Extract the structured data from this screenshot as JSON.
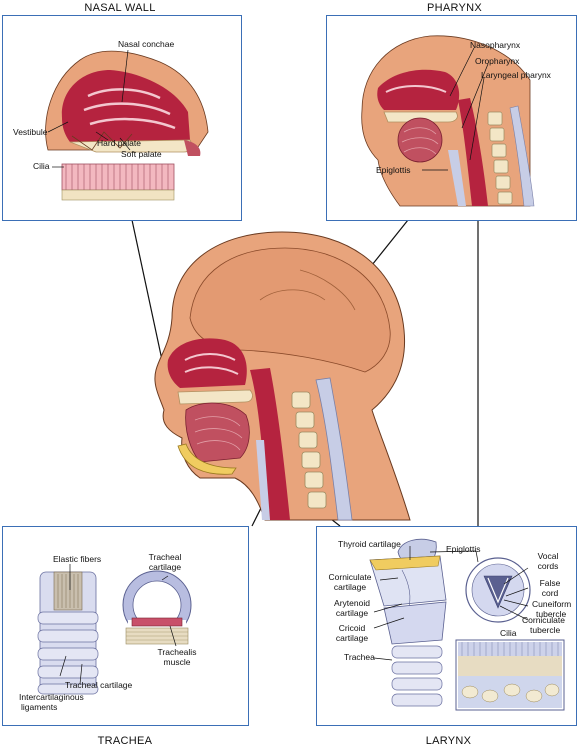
{
  "panels": {
    "nasal_wall": {
      "title": "NASAL WALL",
      "labels": {
        "nasal_conchae": "Nasal conchae",
        "vestibule": "Vestibule",
        "hard_palate": "Hard palate",
        "soft_palate": "Soft palate",
        "cilia": "Cilia"
      }
    },
    "pharynx": {
      "title": "PHARYNX",
      "labels": {
        "nasopharynx": "Nasopharynx",
        "oropharynx": "Oropharynx",
        "laryngeal_pharynx": "Laryngeal pharynx",
        "epiglottis": "Epiglottis"
      }
    },
    "trachea": {
      "title": "TRACHEA",
      "labels": {
        "elastic_fibers": "Elastic fibers",
        "tracheal_cartilage_top_1": "Tracheal",
        "tracheal_cartilage_top_2": "cartilage",
        "tracheal_cartilage": "Tracheal cartilage",
        "intercartilaginous_1": "Intercartilaginous",
        "intercartilaginous_2": "ligaments",
        "trachealis_1": "Trachealis",
        "trachealis_2": "muscle"
      }
    },
    "larynx": {
      "title": "LARYNX",
      "labels": {
        "thyroid_cartilage": "Thyroid cartilage",
        "epiglottis": "Epiglottis",
        "vocal_cords_1": "Vocal",
        "vocal_cords_2": "cords",
        "false_cord_1": "False",
        "false_cord_2": "cord",
        "cuneiform_1": "Cuneiform",
        "cuneiform_2": "tubercle",
        "corniculate_tubercle_1": "Corniculate",
        "corniculate_tubercle_2": "tubercle",
        "corniculate_cartilage_1": "Corniculate",
        "corniculate_cartilage_2": "cartilage",
        "arytenoid_1": "Arytenoid",
        "arytenoid_2": "cartilage",
        "cricoid_1": "Cricoid",
        "cricoid_2": "cartilage",
        "cilia": "Cilia",
        "trachea": "Trachea"
      }
    }
  },
  "colors": {
    "frame": "#3b6fb6",
    "skin": "#e8a47c",
    "tissue": "#b5233f",
    "bone": "#f3e6c6",
    "cartilage": "#c7cde6"
  }
}
